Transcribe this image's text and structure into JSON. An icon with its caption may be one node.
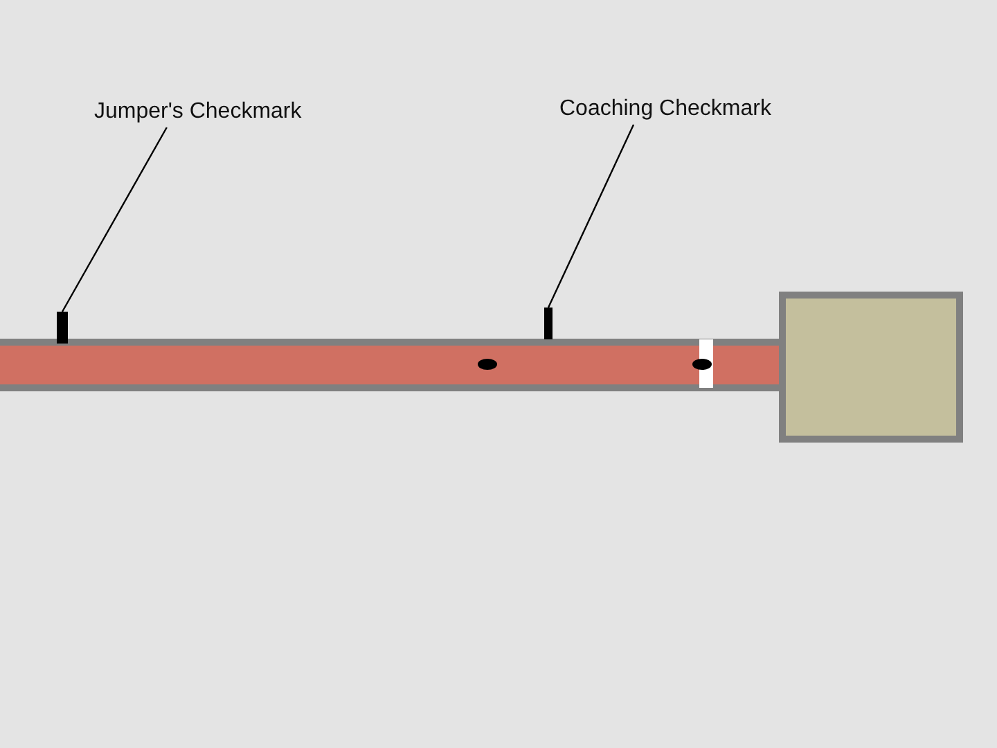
{
  "diagram": {
    "nodes": [
      {
        "text": [
          "Jumper's Checkmark"
        ]
      },
      {
        "text": [
          "Coaching Checkmark"
        ]
      },
      {
        "text": [],
        "shape": "bar"
      },
      {
        "text": [],
        "shape": "bar"
      }
    ],
    "edges": [
      {
        "from": 0,
        "to": 2,
        "arrow": "none"
      },
      {
        "from": 1,
        "to": 3,
        "arrow": "none"
      }
    ]
  }
}
